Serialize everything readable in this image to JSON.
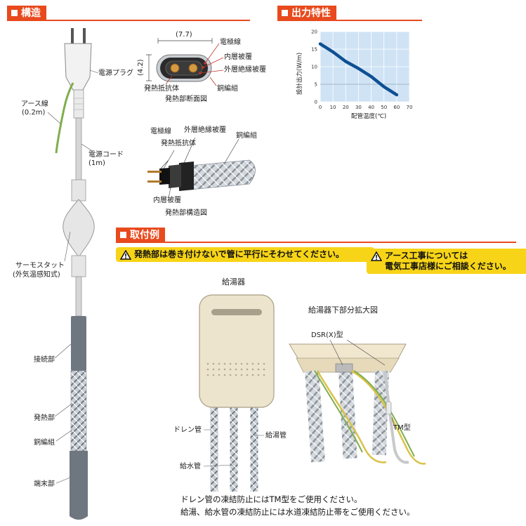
{
  "sections": {
    "structure": "構造",
    "output": "出力特性",
    "install": "取付例"
  },
  "structure_labels": {
    "plug": "電源プラグ",
    "earth_wire": "アース線",
    "earth_len": "(0.2m)",
    "cord": "電源コード",
    "cord_len": "(1m)",
    "thermostat": "サーモスタット",
    "thermostat_sub": "(外気温感知式)",
    "joint": "接続部",
    "heater": "発熱部",
    "braid": "銅編組",
    "terminal": "端末部"
  },
  "cross_section": {
    "width": "(7.7)",
    "height": "(4.2)",
    "electrode": "電極線",
    "inner": "内層被覆",
    "outer": "外層絶縁被覆",
    "resistor": "発熱抵抗体",
    "braid": "銅編組",
    "caption": "発熱部断面図"
  },
  "structure_fig": {
    "electrode": "電極線",
    "outer": "外層絶縁被覆",
    "braid": "銅編組",
    "resistor": "発熱抵抗体",
    "inner": "内層被覆",
    "caption": "発熱部構造図"
  },
  "chart_data": {
    "type": "line",
    "xlabel": "配管温度(℃)",
    "ylabel": "設計出力(W/m)",
    "xlim": [
      0,
      70
    ],
    "ylim": [
      0,
      20
    ],
    "xticks": [
      0,
      10,
      20,
      30,
      40,
      50,
      60,
      70
    ],
    "yticks": [
      0,
      5,
      10,
      15,
      20
    ],
    "grid": true,
    "series": [
      {
        "x": [
          0,
          10,
          20,
          30,
          40,
          50,
          60
        ],
        "y": [
          16.5,
          14.2,
          11.5,
          9.5,
          7.2,
          4.3,
          2.0
        ]
      }
    ],
    "colors": {
      "line": "#0e4f93",
      "bg": "#cfe3f5",
      "grid": "#ffffff"
    }
  },
  "warnings": {
    "left": "発熱部は巻き付けないで管に平行にそわせてください。",
    "right_1": "アース工事については",
    "right_2": "電気工事店様にご相談ください。"
  },
  "install_labels": {
    "heater_title": "給湯器",
    "enlarge_title": "給湯器下部分拡大図",
    "dsr": "DSR(X)型",
    "tm": "TM型",
    "drain": "ドレン管",
    "hot": "給湯管",
    "water": "給水管"
  },
  "notes": {
    "line1": "ドレン管の凍結防止にはTM型をご使用ください。",
    "line2": "給湯、給水管の凍結防止には水道凍結防止帯をご使用ください。"
  },
  "colors": {
    "accent": "#e84a1e",
    "warn": "#f7d417"
  }
}
